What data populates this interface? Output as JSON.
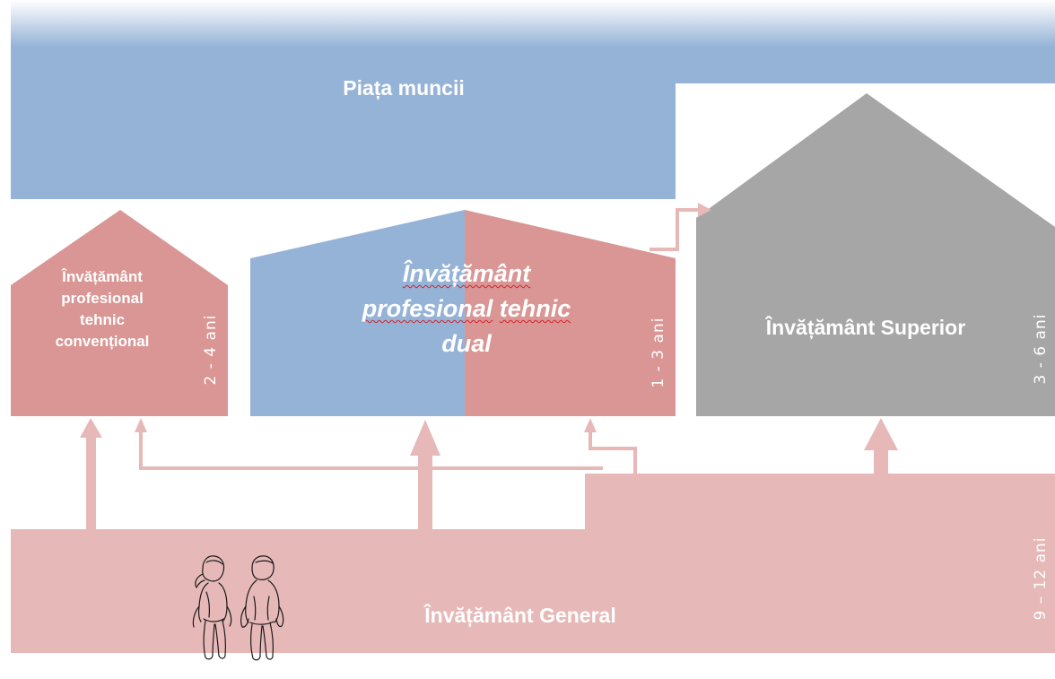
{
  "labour_market": "Piața muncii",
  "conventional": {
    "lines": [
      "Învățământ",
      "profesional",
      "tehnic",
      "convențional"
    ],
    "duration": "2 - 4 ani"
  },
  "dual": {
    "word1": "Învățământ",
    "word2": "profesional",
    "word3": "tehnic",
    "word4": "dual",
    "duration": "1 - 3 ani"
  },
  "higher": {
    "label": "Învățământ Superior",
    "duration": "3 - 6 ani"
  },
  "general": {
    "label": "Învățământ General",
    "duration": "9 – 12 ani"
  },
  "colors": {
    "blue": "#95B3D7",
    "red": "#D99694",
    "gray": "#A6A6A6",
    "pink": "#E6B9B8",
    "arrow": "#E6B9B8"
  },
  "icons": [
    "children-sketch-icon"
  ]
}
